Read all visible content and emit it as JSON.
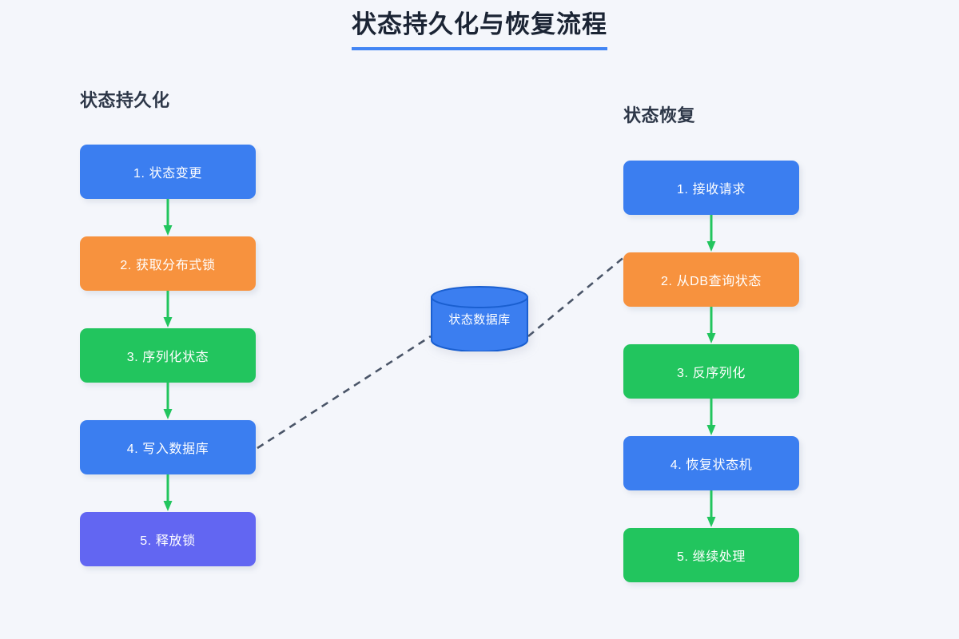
{
  "page": {
    "title": "状态持久化与恢复流程",
    "background_color": "#f4f6fb",
    "title_underline_color": "#4285f4"
  },
  "colors": {
    "blue": "#3b7ef0",
    "orange": "#f7923e",
    "green": "#22c55e",
    "purple": "#6266f2",
    "arrow": "#22c55e",
    "dashed_link": "#4a5568",
    "cylinder_fill": "#3b7ef0",
    "cylinder_stroke": "#1a5fd0",
    "header_text": "#2d3748"
  },
  "columns": [
    {
      "id": "persistence",
      "header": "状态持久化",
      "nodes": [
        {
          "label": "1. 状态变更",
          "color": "blue"
        },
        {
          "label": "2. 获取分布式锁",
          "color": "orange"
        },
        {
          "label": "3. 序列化状态",
          "color": "green"
        },
        {
          "label": "4. 写入数据库",
          "color": "blue"
        },
        {
          "label": "5. 释放锁",
          "color": "purple"
        }
      ]
    },
    {
      "id": "restore",
      "header": "状态恢复",
      "nodes": [
        {
          "label": "1. 接收请求",
          "color": "blue"
        },
        {
          "label": "2. 从DB查询状态",
          "color": "orange"
        },
        {
          "label": "3. 反序列化",
          "color": "green"
        },
        {
          "label": "4. 恢复状态机",
          "color": "blue"
        },
        {
          "label": "5. 继续处理",
          "color": "green"
        }
      ]
    }
  ],
  "datastore": {
    "label": "状态数据库",
    "shape": "cylinder"
  },
  "links": [
    {
      "from": "4. 写入数据库",
      "to": "状态数据库",
      "style": "dashed"
    },
    {
      "from": "状态数据库",
      "to": "2. 从DB查询状态",
      "style": "dashed"
    }
  ]
}
